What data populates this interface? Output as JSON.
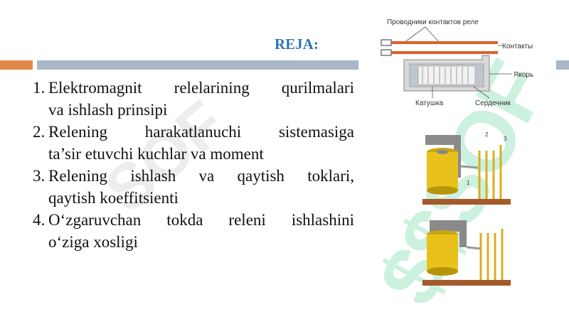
{
  "slide": {
    "title": "REJA:",
    "plan_items": [
      {
        "number": "1.",
        "line1": "Elektromagnit relelarining qurilmalari",
        "line2": "va ishlash prinsipi"
      },
      {
        "number": "2.",
        "line1": "Relening harakatlanuchi sistemasiga",
        "line2": "ta’sir etuvchi kuchlar va moment"
      },
      {
        "number": "3.",
        "line1": "Relening ishlash va qaytish toklari,",
        "line2": "qaytish koeffitsienti"
      },
      {
        "number": "4.",
        "line1": "O‘zgaruvchan tokda releni ishlashini",
        "line2": "o‘ziga xosligi"
      }
    ]
  },
  "relay_diagram": {
    "label_wires": "Проводники контактов реле",
    "label_contacts": "Контакты",
    "label_armature": "Якорь",
    "label_coil": "Катушка",
    "label_core": "Сердечник"
  },
  "relay_photo": {
    "label_1": "1",
    "label_2": "2",
    "label_3": "3"
  },
  "colors": {
    "title": "#2e74b5",
    "band_orange": "#e0884a",
    "band_gray": "#a9b7c7",
    "coil_yellow": "#e8c21a"
  }
}
